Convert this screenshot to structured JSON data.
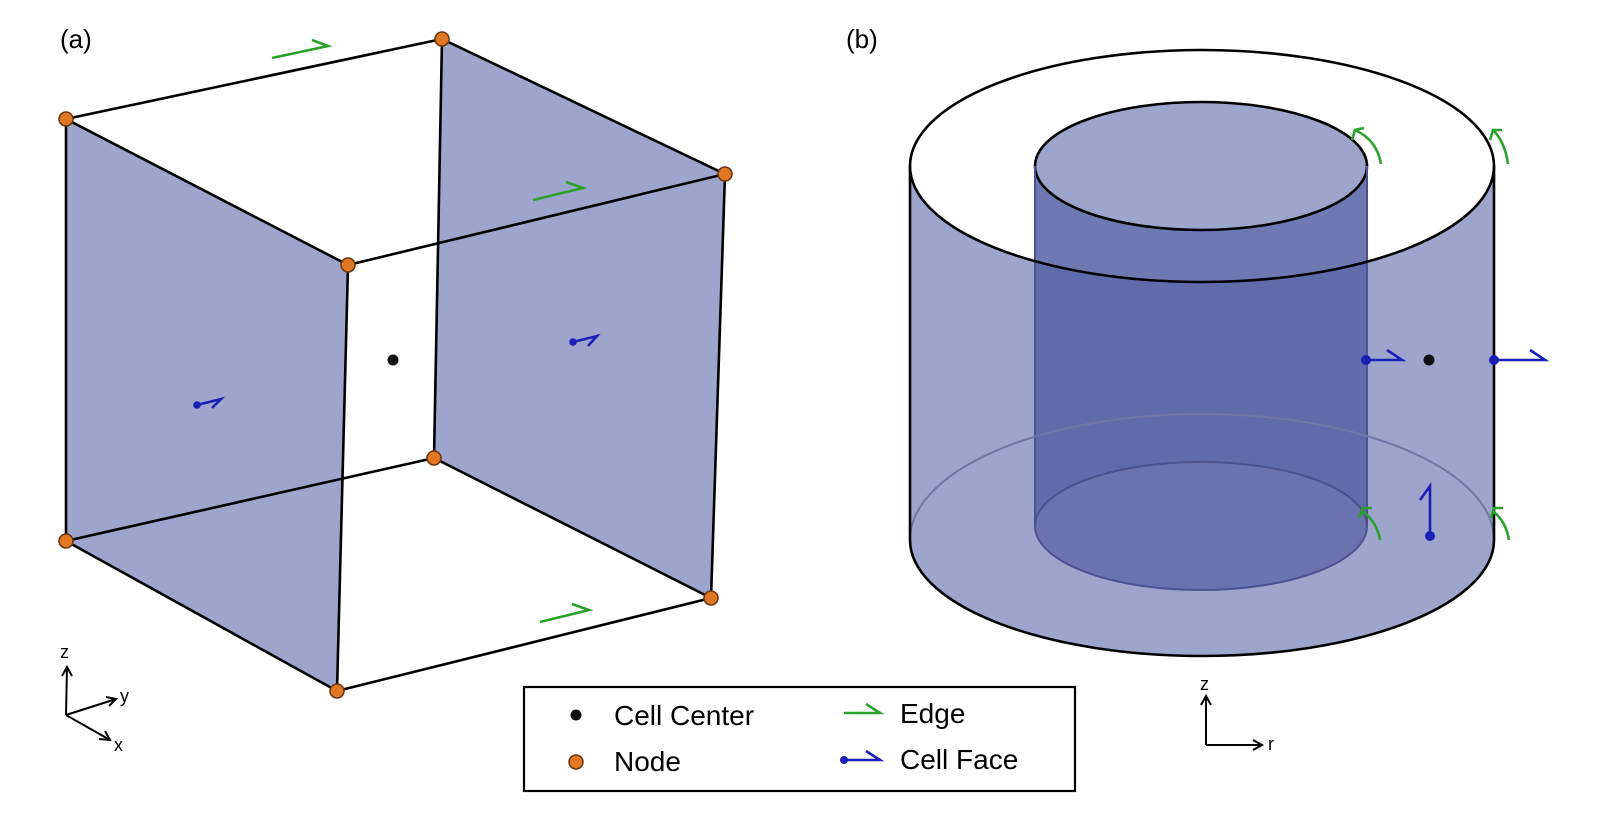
{
  "panels": {
    "a": {
      "label": "(a)"
    },
    "b": {
      "label": "(b)"
    }
  },
  "axes_a": {
    "z": "z",
    "y": "y",
    "x": "x"
  },
  "axes_b": {
    "z": "z",
    "r": "r"
  },
  "legend": {
    "items": [
      {
        "label": "Cell Center",
        "symbol": "black-dot-icon"
      },
      {
        "label": "Node",
        "symbol": "orange-node-icon"
      },
      {
        "label": "Edge",
        "symbol": "green-arrow-icon"
      },
      {
        "label": "Cell Face",
        "symbol": "blue-arrow-icon"
      }
    ]
  },
  "colors": {
    "face_fill": "#9ea5cc",
    "inner_cylinder": "#5560a6",
    "node": "#e07722",
    "edge_arrow": "#2aa22a",
    "face_arrow": "#1a1fb8",
    "cell_center": "#111111"
  }
}
